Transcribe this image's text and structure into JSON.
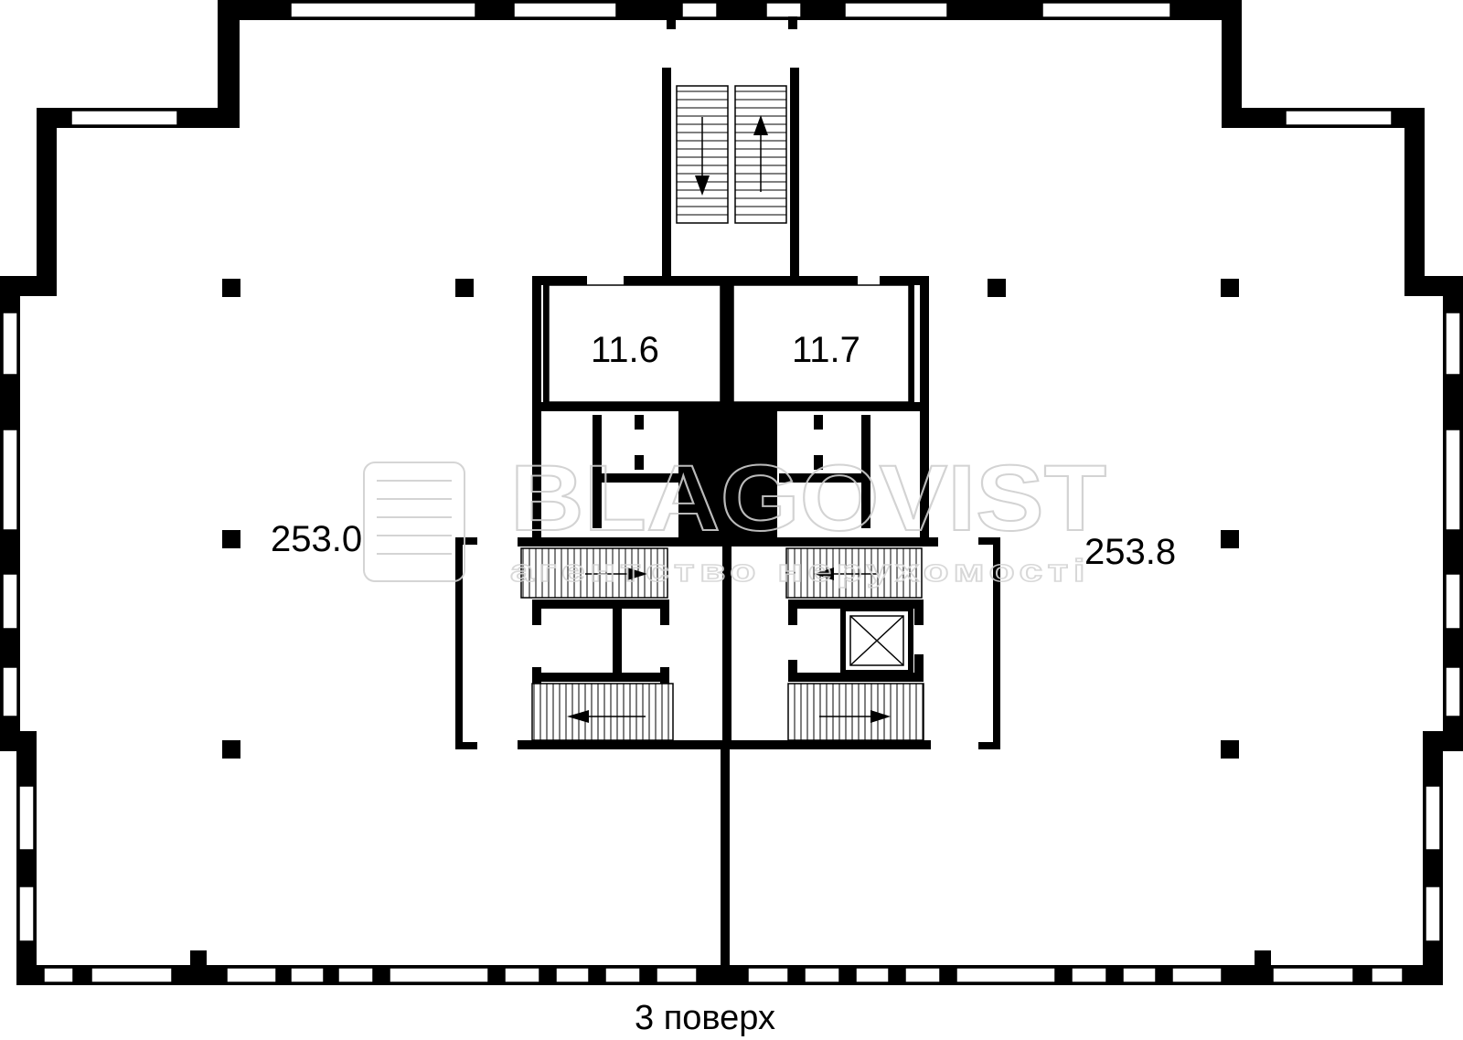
{
  "plan": {
    "floor_label": "3 поверх",
    "rooms": [
      {
        "id": "left-office",
        "area": "253.0"
      },
      {
        "id": "right-office",
        "area": "253.8"
      },
      {
        "id": "room-left-small",
        "area": "11.6"
      },
      {
        "id": "room-right-small",
        "area": "11.7"
      }
    ]
  },
  "watermark": {
    "brand": "BLAGOVIST",
    "tagline": "агентство нерухомості"
  },
  "colors": {
    "wall": "#000000",
    "background": "#ffffff",
    "watermark": "#cfcfcf"
  }
}
